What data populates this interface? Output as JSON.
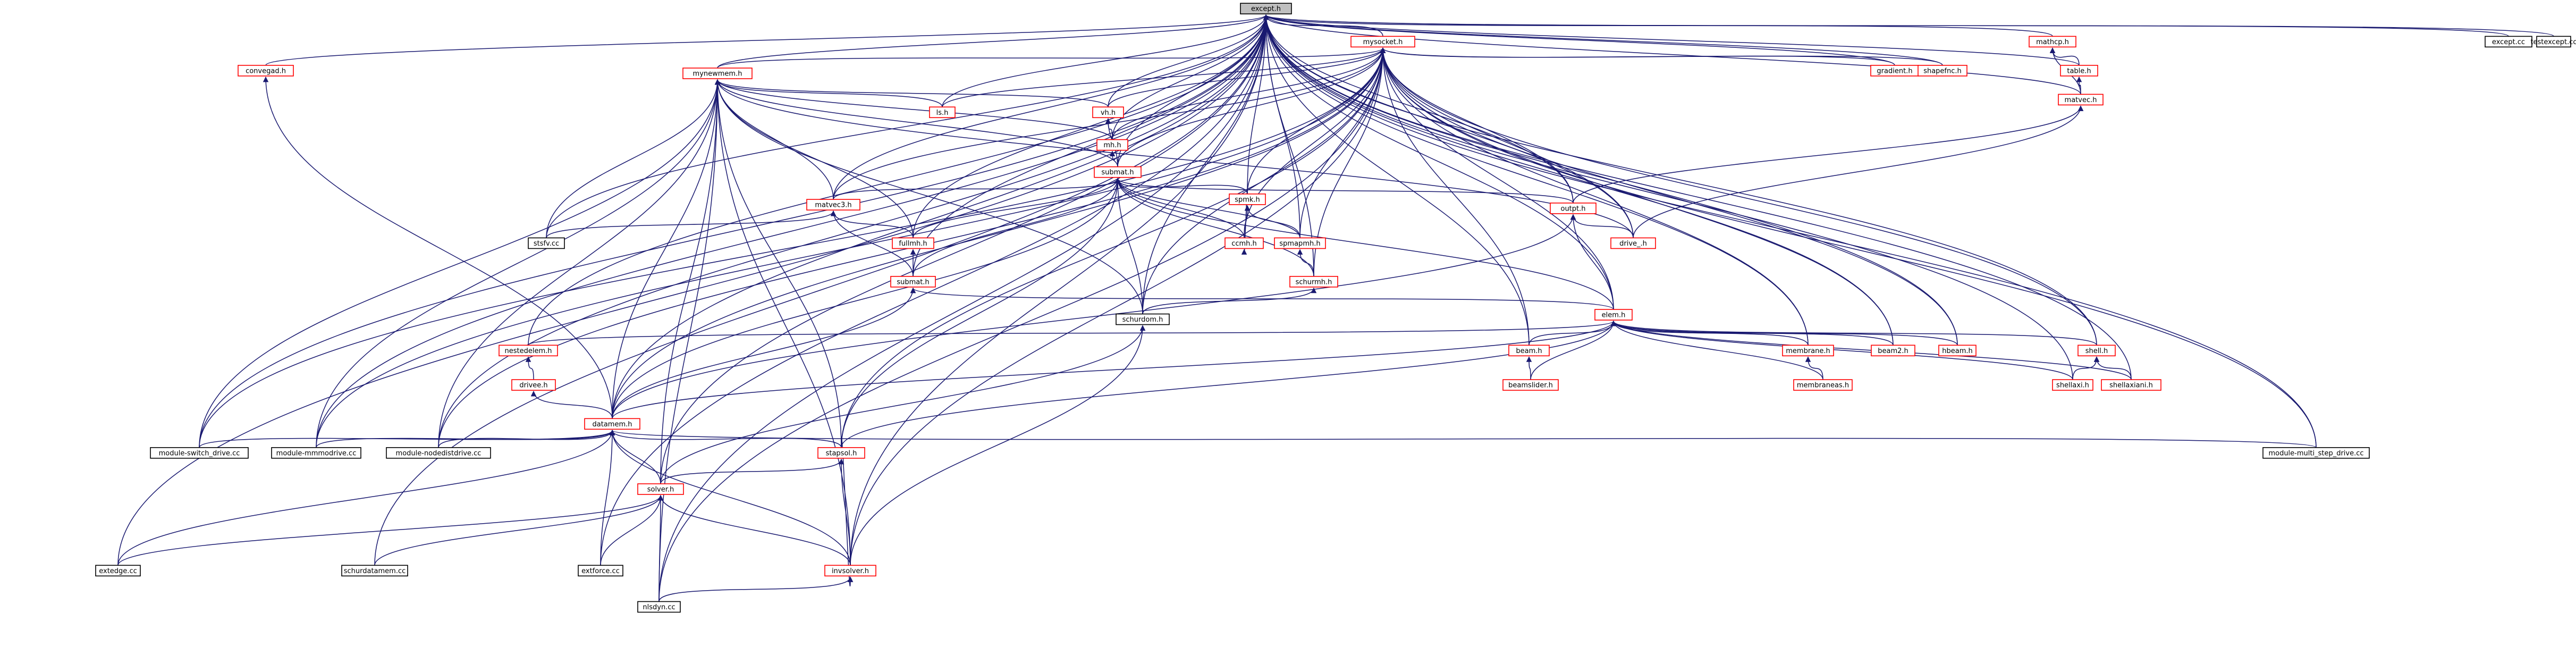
{
  "colors": {
    "edge": "#191970",
    "node_border_linked": "#ff0000",
    "node_border_plain": "#000000",
    "root_fill": "#bfbfbf"
  },
  "root": "except.h",
  "nodes": [
    {
      "id": "except",
      "label": "except.h",
      "kind": "root"
    },
    {
      "id": "mysocket",
      "label": "mysocket.h",
      "kind": "linked"
    },
    {
      "id": "except_cc",
      "label": "except.cc",
      "kind": "plain"
    },
    {
      "id": "testexcept_cc",
      "label": "testexcept.cc",
      "kind": "plain"
    },
    {
      "id": "convegad",
      "label": "convegad.h",
      "kind": "linked"
    },
    {
      "id": "mynewmem",
      "label": "mynewmem.h",
      "kind": "linked"
    },
    {
      "id": "gradient",
      "label": "gradient.h",
      "kind": "linked"
    },
    {
      "id": "shapefnc",
      "label": "shapefnc.h",
      "kind": "linked"
    },
    {
      "id": "mathcp",
      "label": "mathcp.h",
      "kind": "linked"
    },
    {
      "id": "table",
      "label": "table.h",
      "kind": "linked"
    },
    {
      "id": "matvec",
      "label": "matvec.h",
      "kind": "linked"
    },
    {
      "id": "ls",
      "label": "ls.h",
      "kind": "linked"
    },
    {
      "id": "vh",
      "label": "vh.h",
      "kind": "linked"
    },
    {
      "id": "mh",
      "label": "mh.h",
      "kind": "linked"
    },
    {
      "id": "submat",
      "label": "submat.h",
      "kind": "linked"
    },
    {
      "id": "spmk",
      "label": "spmk.h",
      "kind": "linked"
    },
    {
      "id": "matvec3",
      "label": "matvec3.h",
      "kind": "linked"
    },
    {
      "id": "fullmh",
      "label": "fullmh.h",
      "kind": "linked"
    },
    {
      "id": "ccmh",
      "label": "ccmh.h",
      "kind": "linked"
    },
    {
      "id": "spmapmh",
      "label": "spmapmh.h",
      "kind": "linked"
    },
    {
      "id": "outpt",
      "label": "outpt.h",
      "kind": "linked"
    },
    {
      "id": "drive_",
      "label": "drive_.h",
      "kind": "linked"
    },
    {
      "id": "stsfv_cc",
      "label": "stsfv.cc",
      "kind": "plain"
    },
    {
      "id": "submat2",
      "label": "submat.h",
      "kind": "linked"
    },
    {
      "id": "schurmh",
      "label": "schurmh.h",
      "kind": "linked"
    },
    {
      "id": "schurdom",
      "label": "schurdom.h",
      "kind": "plain"
    },
    {
      "id": "elem",
      "label": "elem.h",
      "kind": "linked"
    },
    {
      "id": "nestedelem",
      "label": "nestedelem.h",
      "kind": "linked"
    },
    {
      "id": "beam",
      "label": "beam.h",
      "kind": "linked"
    },
    {
      "id": "membrane",
      "label": "membrane.h",
      "kind": "linked"
    },
    {
      "id": "beam2",
      "label": "beam2.h",
      "kind": "linked"
    },
    {
      "id": "hbeam",
      "label": "hbeam.h",
      "kind": "linked"
    },
    {
      "id": "shell",
      "label": "shell.h",
      "kind": "linked"
    },
    {
      "id": "drivee",
      "label": "drivee.h",
      "kind": "linked"
    },
    {
      "id": "beamslider",
      "label": "beamslider.h",
      "kind": "linked"
    },
    {
      "id": "membraneas",
      "label": "membraneas.h",
      "kind": "linked"
    },
    {
      "id": "shellaxi",
      "label": "shellaxi.h",
      "kind": "linked"
    },
    {
      "id": "shellaxiani",
      "label": "shellaxiani.h",
      "kind": "linked"
    },
    {
      "id": "datamem",
      "label": "datamem.h",
      "kind": "linked"
    },
    {
      "id": "mod_switch",
      "label": "module-switch_drive.cc",
      "kind": "plain"
    },
    {
      "id": "mod_mmmod",
      "label": "module-mmmodrive.cc",
      "kind": "plain"
    },
    {
      "id": "mod_nodedist",
      "label": "module-nodedistdrive.cc",
      "kind": "plain"
    },
    {
      "id": "mod_multi",
      "label": "module-multi_step_drive.cc",
      "kind": "plain"
    },
    {
      "id": "stapsol",
      "label": "stapsol.h",
      "kind": "linked"
    },
    {
      "id": "solver",
      "label": "solver.h",
      "kind": "linked"
    },
    {
      "id": "extedge_cc",
      "label": "extedge.cc",
      "kind": "plain"
    },
    {
      "id": "schurdatamem_cc",
      "label": "schurdatamem.cc",
      "kind": "plain"
    },
    {
      "id": "extforce_cc",
      "label": "extforce.cc",
      "kind": "plain"
    },
    {
      "id": "invsolver",
      "label": "invsolver.h",
      "kind": "linked"
    },
    {
      "id": "nlsdyn_cc",
      "label": "nlsdyn.cc",
      "kind": "plain"
    }
  ]
}
